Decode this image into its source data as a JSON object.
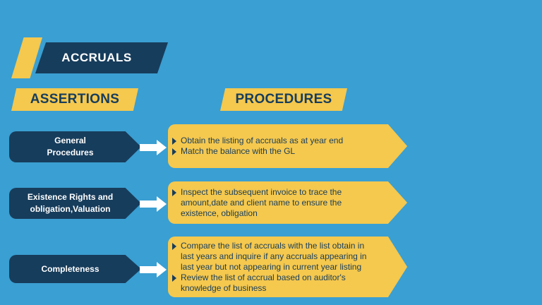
{
  "title": "ACCRUALS",
  "headers": {
    "assertions": "ASSERTIONS",
    "procedures": "PROCEDURES"
  },
  "rows": [
    {
      "assertion_lines": [
        "General",
        "Procedures"
      ],
      "procedures": [
        "Obtain the listing of accruals as at year end",
        "Match the balance with the GL"
      ]
    },
    {
      "assertion_lines": [
        "Existence Rights and",
        "obligation,Valuation"
      ],
      "procedures": [
        "Inspect the subsequent invoice to trace the amount,date and client  name to ensure the existence, obligation"
      ]
    },
    {
      "assertion_lines": [
        "Completeness"
      ],
      "procedures": [
        "Compare the list of accruals with the list obtain in last years and inquire if any accruals appearing in last year but not appearing in current year listing",
        "Review the list of accrual based on auditor's knowledge of business"
      ]
    }
  ],
  "icons": {
    "arrow": "right-arrow-icon",
    "bullet": "triangle-bullet-icon"
  },
  "colors": {
    "background": "#3a9fd2",
    "navy": "#173d5c",
    "yellow": "#f5c84e",
    "white": "#ffffff"
  }
}
